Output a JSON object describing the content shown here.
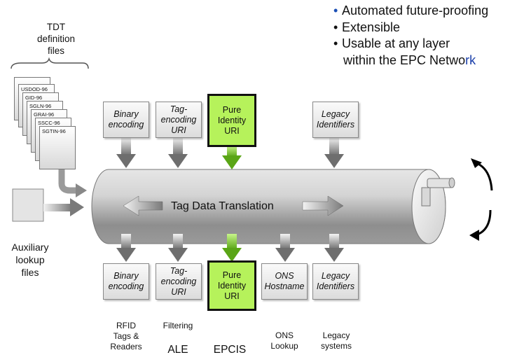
{
  "bullets": {
    "items": [
      "Automated future-proofing",
      "Extensible",
      "Usable at any layer"
    ],
    "continuation_main": "within the EPC Netwo",
    "continuation_tail": "rk",
    "bullet_char": "•"
  },
  "tdt": {
    "title_lines": [
      "TDT",
      "definition",
      "files"
    ],
    "files": [
      "USDOD-96",
      "GID-96",
      "SGLN-96",
      "GRAI-96",
      "SSCC-96",
      "SGTIN-96"
    ]
  },
  "auxiliary": {
    "label_lines": [
      "Auxiliary",
      "lookup",
      "files"
    ]
  },
  "tube": {
    "label": "Tag Data Translation"
  },
  "top_boxes": [
    {
      "lines": [
        "Binary",
        "encoding"
      ]
    },
    {
      "lines": [
        "Tag-",
        "encoding",
        "URI"
      ]
    },
    {
      "lines": [
        "Pure",
        "Identity",
        "URI"
      ]
    },
    {
      "lines": [
        "Legacy",
        "Identifiers"
      ]
    }
  ],
  "bottom_boxes": [
    {
      "lines": [
        "Binary",
        "encoding"
      ]
    },
    {
      "lines": [
        "Tag-",
        "encoding",
        "URI"
      ]
    },
    {
      "lines": [
        "Pure",
        "Identity",
        "URI"
      ]
    },
    {
      "lines": [
        "ONS",
        "Hostname"
      ]
    },
    {
      "lines": [
        "Legacy",
        "Identifiers"
      ]
    }
  ],
  "bottom_labels": [
    {
      "lines": [
        "RFID",
        "Tags &",
        "Readers"
      ]
    },
    {
      "lines": [
        "Filtering"
      ]
    },
    {
      "lines": [
        "ONS",
        "Lookup"
      ]
    },
    {
      "lines": [
        "Legacy",
        "systems"
      ]
    }
  ],
  "big_labels": {
    "ale": "ALE",
    "epcis": "EPCIS"
  },
  "colors": {
    "pure_fill": "#b6f25b",
    "green_arrow": "#7ed321",
    "bullet_blue": "#1a4fb5"
  }
}
